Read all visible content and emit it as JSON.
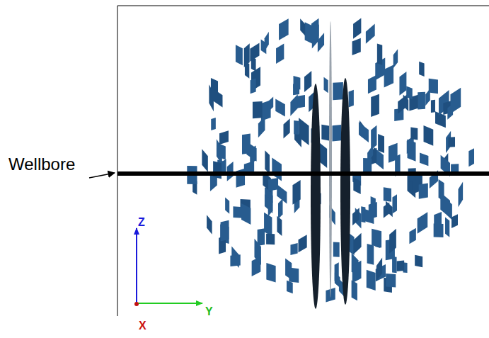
{
  "diagram": {
    "labels": [
      "Wellbore",
      "Z",
      "Y",
      "X"
    ]
  }
}
